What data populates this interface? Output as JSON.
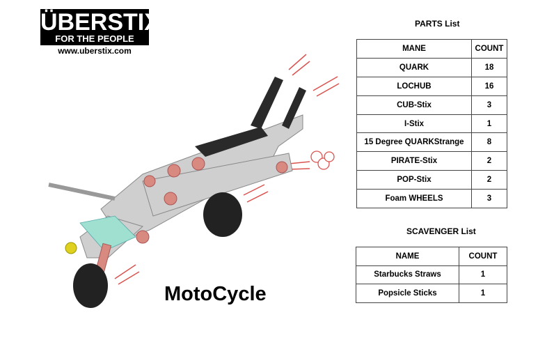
{
  "logo": {
    "brand": "ÜBERSTIX",
    "tagline": "FOR THE PEOPLE",
    "url": "www.uberstix.com"
  },
  "title": "MotoCycle",
  "parts": {
    "title": "PARTS List",
    "headers": [
      "MANE",
      "COUNT"
    ],
    "rows": [
      [
        "QUARK",
        "18"
      ],
      [
        "LOCHUB",
        "16"
      ],
      [
        "CUB-Stix",
        "3"
      ],
      [
        "I-Stix",
        "1"
      ],
      [
        "15 Degree QUARKStrange",
        "8"
      ],
      [
        "PIRATE-Stix",
        "2"
      ],
      [
        "POP-Stix",
        "2"
      ],
      [
        "Foam WHEELS",
        "3"
      ]
    ]
  },
  "scavenger": {
    "title": "SCAVENGER List",
    "headers": [
      "NAME",
      "COUNT"
    ],
    "rows": [
      [
        "Starbucks Straws",
        "1"
      ],
      [
        "Popsicle Sticks",
        "1"
      ]
    ]
  },
  "colors": {
    "stix": "#c9c9c9",
    "hub": "#d98a80",
    "wheel": "#222222",
    "speed_lines": "#d9534f",
    "black_part": "#2a2a2a",
    "teal": "#9fe0d0",
    "yellow": "#e0d020"
  }
}
